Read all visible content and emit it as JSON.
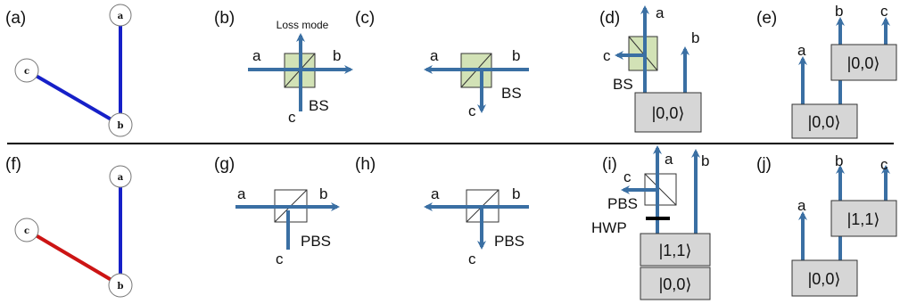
{
  "panel_labels": [
    "(a)",
    "(b)",
    "(c)",
    "(d)",
    "(e)",
    "(f)",
    "(g)",
    "(h)",
    "(i)",
    "(j)"
  ],
  "graph_nodes": {
    "a": "a",
    "b": "b",
    "c": "c"
  },
  "ports": {
    "a": "a",
    "b": "b",
    "c": "c"
  },
  "devices": {
    "bs": "BS",
    "pbs": "PBS",
    "hwp": "HWP"
  },
  "loss_mode_label": "Loss mode",
  "states": {
    "vac": "|0,0⟩",
    "one": "|1,1⟩"
  },
  "colors": {
    "arrow": "#3a6fa3",
    "edge_blue": "#1620c8",
    "edge_red": "#cc1414",
    "bs_fill": "#d2e2b6",
    "state_box": "#d6d6d6",
    "divider": "#000000"
  }
}
